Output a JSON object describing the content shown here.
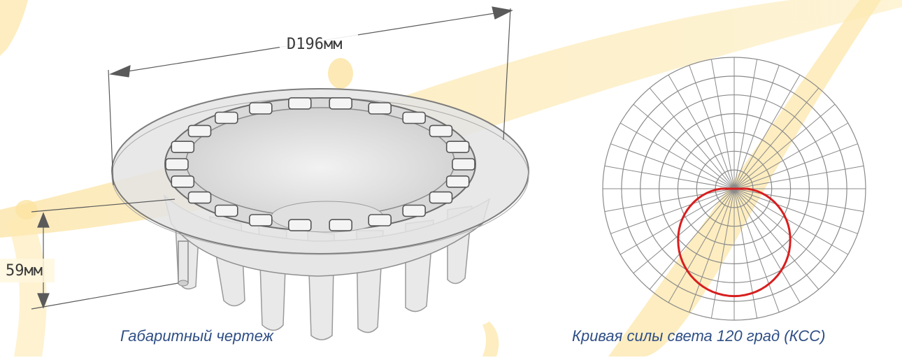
{
  "drawing": {
    "diameter_label": "D196мм",
    "height_label": "59мм",
    "caption": "Габаритный чертеж"
  },
  "polar": {
    "caption": "Кривая силы света 120 град (КСС)",
    "curve_color": "#d81e1e",
    "grid_color": "#8a8a8a"
  },
  "background": {
    "accent_color": "#f7c948"
  }
}
